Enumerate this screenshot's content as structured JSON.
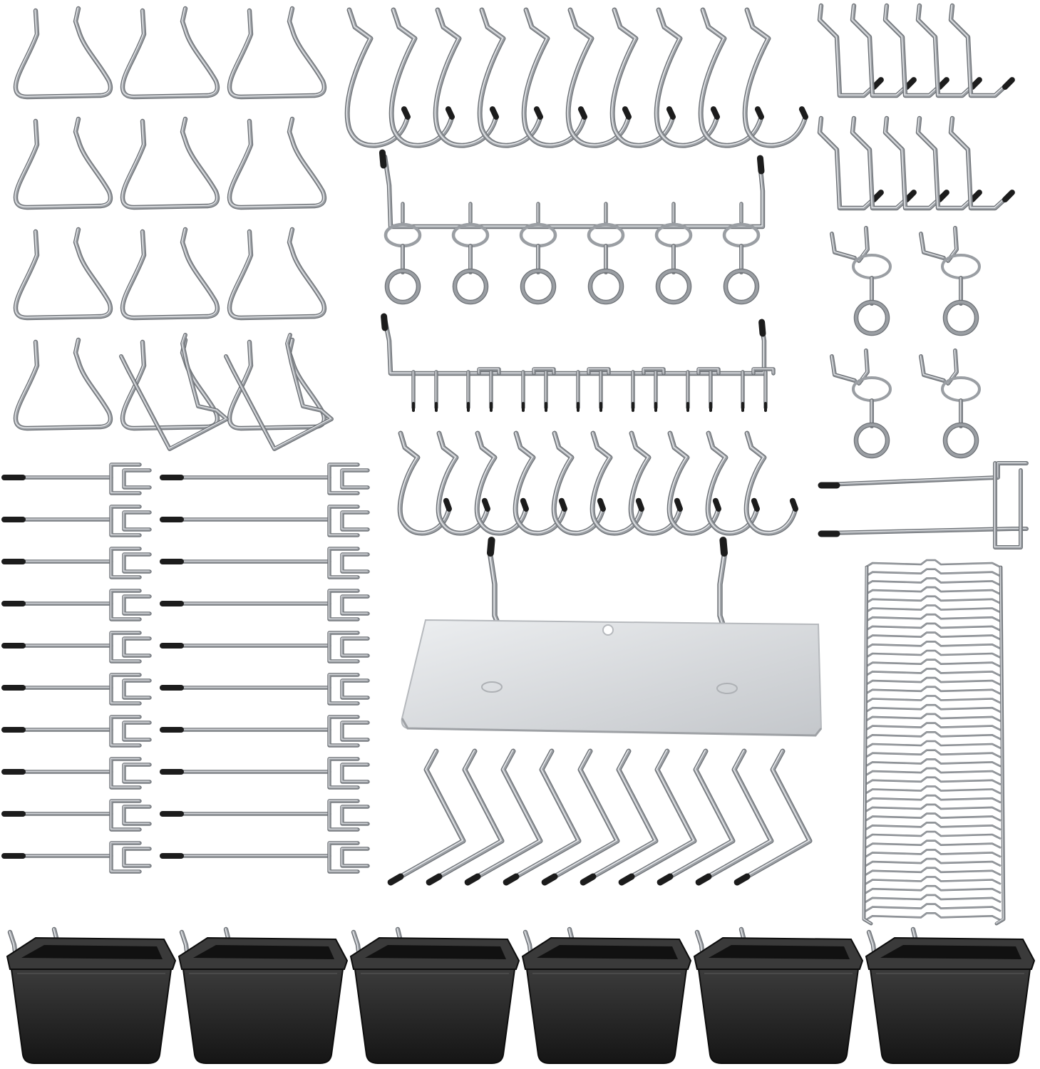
{
  "palette": {
    "background": "#ffffff",
    "metal": "#9a9ea3",
    "metal_light": "#e4e6e9",
    "metal_dark": "#6d7176",
    "rubber_tip": "#1c1c1c",
    "bin": "#232323",
    "bin_rim": "#3a3a3a",
    "bin_inner": "#111111",
    "shelf": "#d7d9dc",
    "shelf_edge": "#b6b9bd"
  },
  "groups": {
    "ushaped": {
      "count": 12
    },
    "bent_ushaped": {
      "count": 2
    },
    "j_hooks_top": {
      "count": 10
    },
    "l_hooks": {
      "count": 10
    },
    "ring_rack": {
      "rings": 6
    },
    "multi_prong_rack": {
      "prongs": 14
    },
    "ring_hooks": {
      "count": 4
    },
    "straight_hooks_short": {
      "count": 10
    },
    "straight_hooks_long": {
      "count": 10
    },
    "j_hooks_mid": {
      "count": 10
    },
    "double_hook": {
      "count": 1
    },
    "shelf": {
      "count": 1
    },
    "z_hooks": {
      "count": 10
    },
    "locks": {
      "count": 40
    },
    "bins": {
      "count": 6
    }
  }
}
